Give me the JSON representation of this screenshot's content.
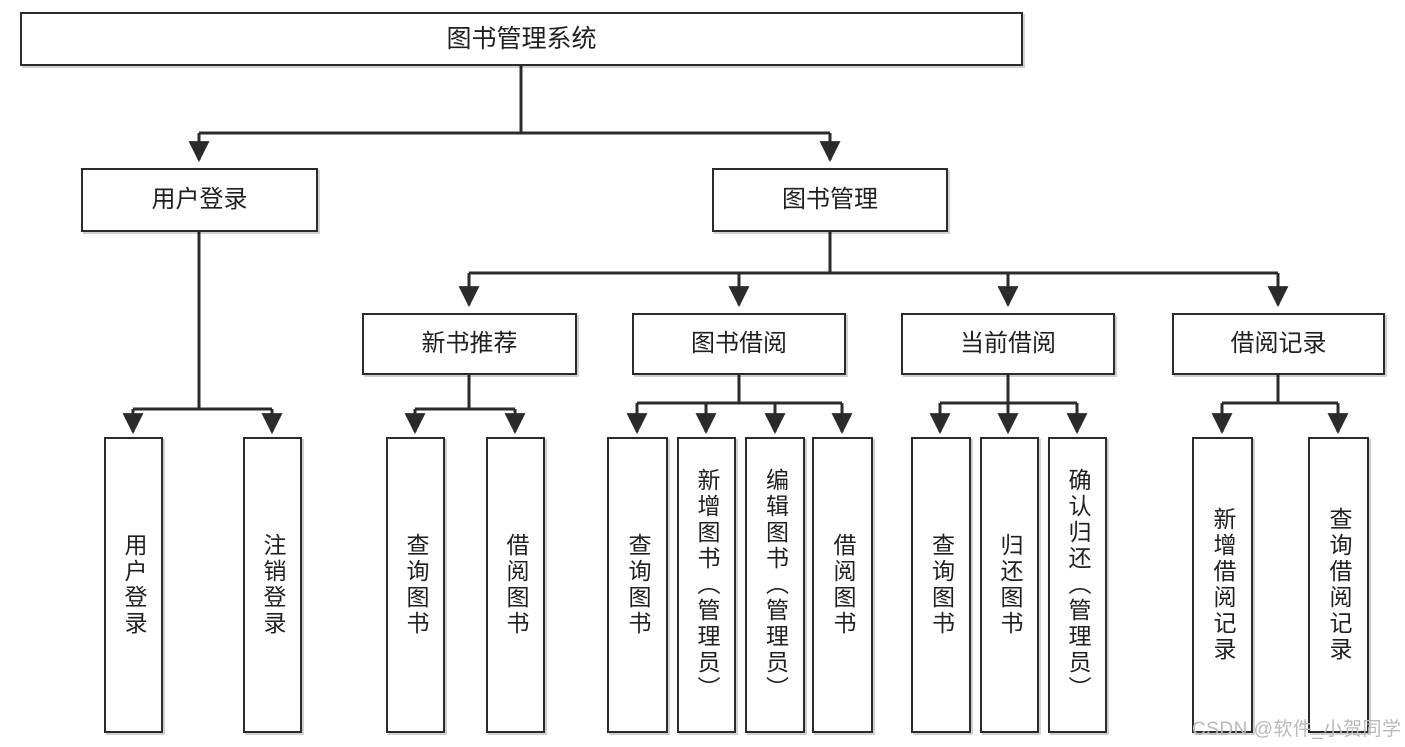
{
  "diagram": {
    "title": "图书管理系统",
    "type": "tree-hierarchy",
    "watermark": "CSDN @软件_小贺同学",
    "colors": {
      "box_border": "#2b2b2b",
      "box_fill": "#ffffff",
      "connector": "#2b2b2b",
      "text": "#1f1f1f",
      "watermark": "#b9b9b9"
    },
    "levels": {
      "root": {
        "label": "图书管理系统"
      },
      "level2": [
        {
          "label": "用户登录"
        },
        {
          "label": "图书管理"
        }
      ],
      "level3": [
        {
          "label": "新书推荐"
        },
        {
          "label": "图书借阅"
        },
        {
          "label": "当前借阅"
        },
        {
          "label": "借阅记录"
        }
      ],
      "leaves": [
        {
          "label": "用户登录",
          "parent": "用户登录"
        },
        {
          "label": "注销登录",
          "parent": "用户登录"
        },
        {
          "label": "查询图书",
          "parent": "新书推荐"
        },
        {
          "label": "借阅图书",
          "parent": "新书推荐"
        },
        {
          "label": "查询图书",
          "parent": "图书借阅"
        },
        {
          "label": "新增图书（管理员）",
          "parent": "图书借阅"
        },
        {
          "label": "编辑图书（管理员）",
          "parent": "图书借阅"
        },
        {
          "label": "借阅图书",
          "parent": "图书借阅"
        },
        {
          "label": "查询图书",
          "parent": "当前借阅"
        },
        {
          "label": "归还图书",
          "parent": "当前借阅"
        },
        {
          "label": "确认归还（管理员）",
          "parent": "当前借阅"
        },
        {
          "label": "新增借阅记录",
          "parent": "借阅记录"
        },
        {
          "label": "查询借阅记录",
          "parent": "借阅记录"
        }
      ]
    }
  }
}
